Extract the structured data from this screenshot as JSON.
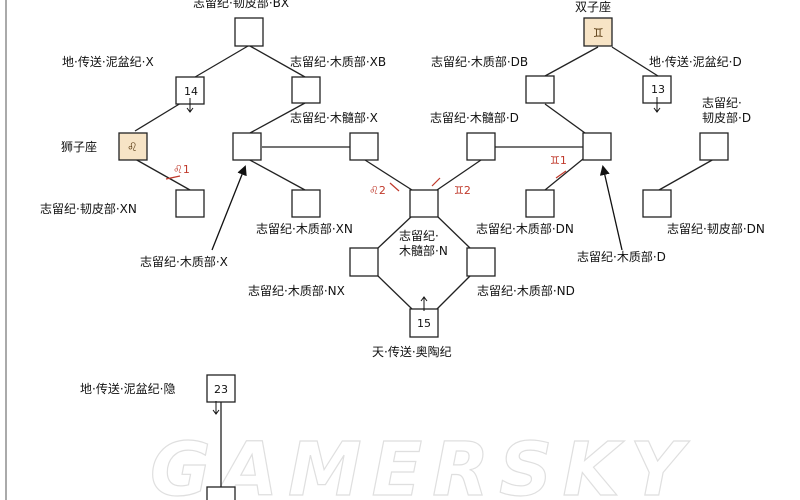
{
  "labels": {
    "top_bx": "志留纪·韧皮部·BX",
    "di_x": "地·传送·泥盆纪·X",
    "mu_xb": "志留纪·木质部·XB",
    "mu_db": "志留纪·木质部·DB",
    "di_d": "地·传送·泥盆纪·D",
    "leo": "狮子座",
    "gemini": "双子座",
    "sui_x": "志留纪·木髓部·X",
    "sui_d": "志留纪·木髓部·D",
    "ren_d": "志留纪·\n韧皮部·D",
    "ren_xn": "志留纪·韧皮部·XN",
    "mu_xn": "志留纪·木质部·XN",
    "sui_n": "志留纪·\n木髓部·N",
    "mu_dn": "志留纪·木质部·DN",
    "ren_dn": "志留纪·韧皮部·DN",
    "arrow_x": "志留纪·木质部·X",
    "arrow_d": "志留纪·木质部·D",
    "mu_nx": "志留纪·木质部·NX",
    "mu_nd": "志留纪·木质部·ND",
    "tian": "天·传送·奥陶纪",
    "di_hidden": "地·传送·泥盆纪·隐"
  },
  "numbers": {
    "n14": "14",
    "n13": "13",
    "n15": "15",
    "n23": "23"
  },
  "symbols": {
    "leo": "♌",
    "gemini": "♊",
    "leo1": "♌1",
    "leo2": "♌2",
    "gem1": "♊1",
    "gem2": "♊2"
  },
  "watermark": "GAMERSKY",
  "colors": {
    "zodiac_fill": "#f7e4c6",
    "marker_red": "#c0392b"
  }
}
